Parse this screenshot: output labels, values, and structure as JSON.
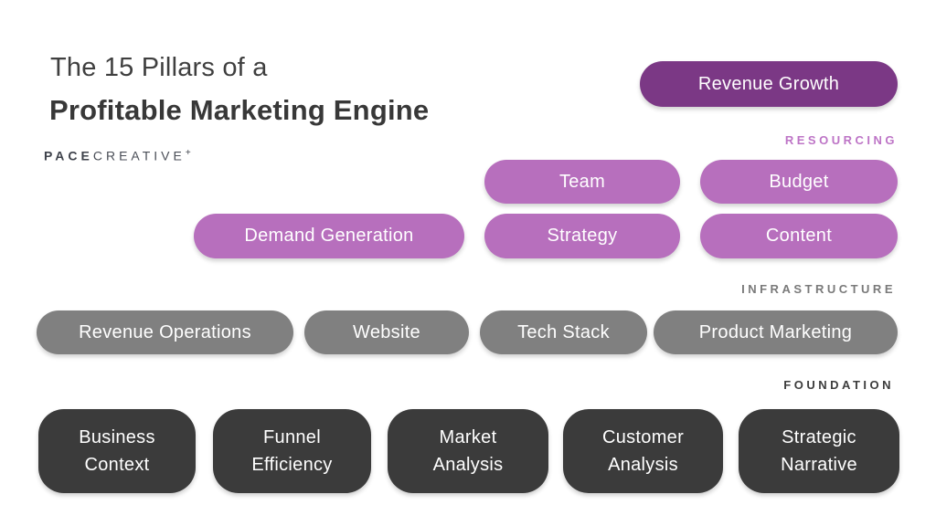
{
  "header": {
    "title_line1": "The 15 Pillars of a",
    "title_line2": "Profitable Marketing Engine",
    "logo": {
      "bold": "PACE",
      "light": "CREATIVE",
      "mark": "+"
    }
  },
  "colors": {
    "revenue_pill": "#7b3885",
    "resourcing_pill": "#b76fbd",
    "infrastructure_pill": "#808080",
    "foundation_pill": "#3b3b3b",
    "resourcing_label": "#bd74c6",
    "infrastructure_label": "#7a7a7a",
    "foundation_label": "#3d3d3d",
    "pill_text": "#ffffff",
    "title_text": "#3f3f3f"
  },
  "pillars": {
    "revenue": {
      "label": "Revenue Growth"
    },
    "resourcing": {
      "section_label": "RESOURCING",
      "pills": [
        "Team",
        "Budget",
        "Demand Generation",
        "Strategy",
        "Content"
      ]
    },
    "infrastructure": {
      "section_label": "INFRASTRUCTURE",
      "pills": [
        "Revenue Operations",
        "Website",
        "Tech Stack",
        "Product Marketing"
      ]
    },
    "foundation": {
      "section_label": "FOUNDATION",
      "pills": [
        "Business Context",
        "Funnel Efficiency",
        "Market Analysis",
        "Customer Analysis",
        "Strategic Narrative"
      ]
    }
  }
}
